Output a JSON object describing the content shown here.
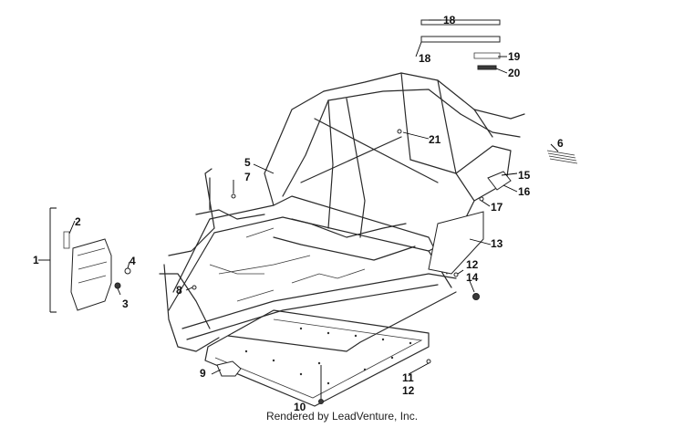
{
  "diagram": {
    "footer_text": "Rendered by LeadVenture, Inc.",
    "callouts": [
      {
        "id": "c1",
        "label": "1"
      },
      {
        "id": "c2",
        "label": "2"
      },
      {
        "id": "c3",
        "label": "3"
      },
      {
        "id": "c4",
        "label": "4"
      },
      {
        "id": "c5",
        "label": "5"
      },
      {
        "id": "c6",
        "label": "6"
      },
      {
        "id": "c7",
        "label": "7"
      },
      {
        "id": "c8",
        "label": "8"
      },
      {
        "id": "c9",
        "label": "9"
      },
      {
        "id": "c10",
        "label": "10"
      },
      {
        "id": "c11",
        "label": "11"
      },
      {
        "id": "c12a",
        "label": "12"
      },
      {
        "id": "c12b",
        "label": "12"
      },
      {
        "id": "c13",
        "label": "13"
      },
      {
        "id": "c14",
        "label": "14"
      },
      {
        "id": "c15",
        "label": "15"
      },
      {
        "id": "c16",
        "label": "16"
      },
      {
        "id": "c17",
        "label": "17"
      },
      {
        "id": "c18a",
        "label": "18"
      },
      {
        "id": "c18b",
        "label": "18"
      },
      {
        "id": "c19",
        "label": "19"
      },
      {
        "id": "c20",
        "label": "20"
      },
      {
        "id": "c21",
        "label": "21"
      }
    ]
  }
}
